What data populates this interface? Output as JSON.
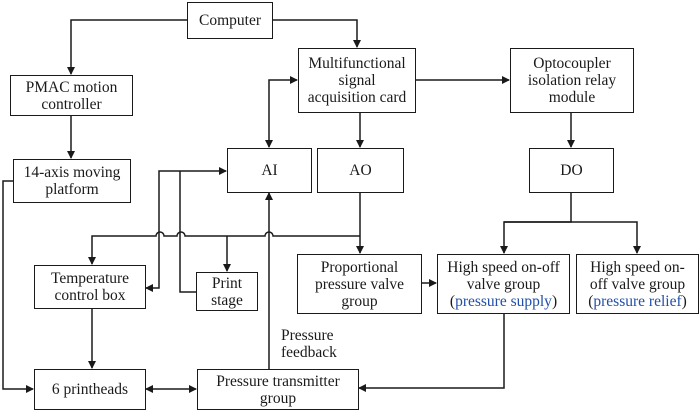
{
  "title": "Control system block diagram",
  "nodes": {
    "computer": {
      "lines": [
        "Computer"
      ]
    },
    "multifunctional": {
      "lines": [
        "Multifunctional",
        "signal",
        "acquisition card"
      ]
    },
    "optocoupler": {
      "lines": [
        "Optocoupler",
        "isolation relay",
        "module"
      ]
    },
    "pmac": {
      "lines": [
        "PMAC motion",
        "controller"
      ]
    },
    "platform": {
      "lines": [
        "14-axis moving",
        "platform"
      ]
    },
    "ai": {
      "lines": [
        "AI"
      ]
    },
    "ao": {
      "lines": [
        "AO"
      ]
    },
    "do": {
      "lines": [
        "DO"
      ]
    },
    "temperature": {
      "lines": [
        "Temperature",
        "control box"
      ]
    },
    "print_stage": {
      "lines": [
        "Print",
        "stage"
      ]
    },
    "proportional": {
      "lines": [
        "Proportional",
        "pressure valve",
        "group"
      ]
    },
    "hs_supply": {
      "lines": [
        "High speed on-off",
        "valve group"
      ],
      "paren_prefix": "(",
      "paren_text": "pressure supply",
      "paren_suffix": ")"
    },
    "hs_relief": {
      "lines": [
        "High speed on-",
        "off valve group"
      ],
      "paren_prefix": "(",
      "paren_text": "pressure relief",
      "paren_suffix": ")"
    },
    "printheads": {
      "lines": [
        "6 printheads"
      ]
    },
    "transmitter": {
      "lines": [
        "Pressure transmitter",
        "group"
      ]
    }
  },
  "annotations": {
    "pressure_feedback": [
      "Pressure",
      "feedback"
    ]
  },
  "colors": {
    "line": "#1a1a1a",
    "highlight_text": "#1f4fa8"
  }
}
